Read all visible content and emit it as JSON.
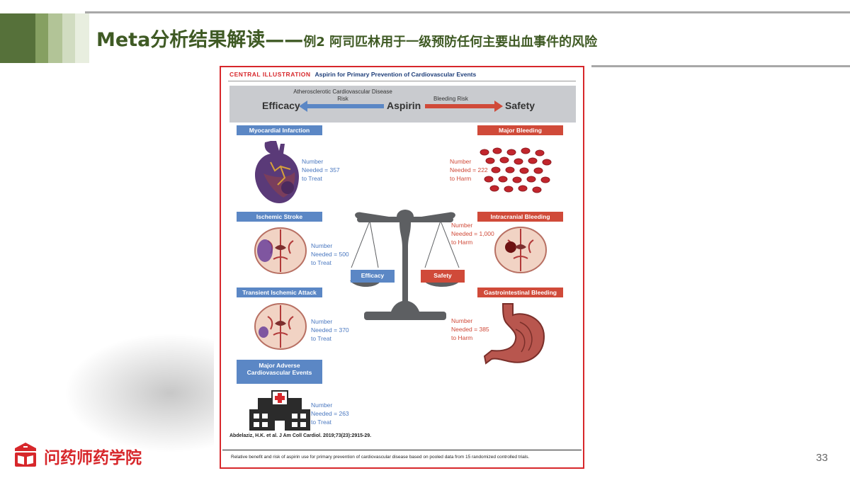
{
  "slide": {
    "title_main": "Meta分析结果解读——",
    "title_sub": "例2 阿司匹林用于一级预防任何主要出血事件的风险",
    "page_number": "33",
    "logo_text": "问药师药学院",
    "colors": {
      "title_green": "#3f5a24",
      "figure_border_red": "#d7272b",
      "efficacy_blue": "#5b87c5",
      "safety_red": "#d04a39",
      "logo_red": "#d7272b"
    }
  },
  "figure": {
    "header_label": "CENTRAL ILLUSTRATION",
    "header_title": "Aspirin for Primary Prevention of Cardiovascular Events",
    "efficacy_word": "Efficacy",
    "aspirin_word": "Aspirin",
    "safety_word": "Safety",
    "ascvd_label": "Atherosclerotic Cardiovascular Disease Risk",
    "bleeding_risk_label": "Bleeding Risk",
    "scale_left": "Efficacy",
    "scale_right": "Safety",
    "efficacy_items": [
      {
        "label": "Myocardial Infarction",
        "line1": "Number",
        "line2": "Needed = 357",
        "line3": "to Treat",
        "icon": "heart-icon"
      },
      {
        "label": "Ischemic Stroke",
        "line1": "Number",
        "line2": "Needed = 500",
        "line3": "to Treat",
        "icon": "brain-stroke-icon"
      },
      {
        "label": "Transient Ischemic Attack",
        "line1": "Number",
        "line2": "Needed = 370",
        "line3": "to Treat",
        "icon": "brain-tia-icon"
      },
      {
        "label": "Major Adverse Cardiovascular Events",
        "line1": "Number",
        "line2": "Needed = 263",
        "line3": "to Treat",
        "icon": "hospital-icon"
      }
    ],
    "safety_items": [
      {
        "label": "Major Bleeding",
        "line1": "Number",
        "line2": "Needed = 222",
        "line3": "to Harm",
        "icon": "blood-cells-icon"
      },
      {
        "label": "Intracranial Bleeding",
        "line1": "Number",
        "line2": "Needed = 1,000",
        "line3": "to Harm",
        "icon": "brain-bleed-icon"
      },
      {
        "label": "Gastrointestinal Bleeding",
        "line1": "Number",
        "line2": "Needed = 385",
        "line3": "to Harm",
        "icon": "stomach-icon"
      }
    ],
    "citation": "Abdelaziz, H.K. et al. J Am Coll Cardiol. 2019;73(23):2915-29.",
    "caption": "Relative benefit and risk of aspirin use for primary prevention of cardiovascular disease based on pooled data from 15 randomized controlled trials."
  }
}
